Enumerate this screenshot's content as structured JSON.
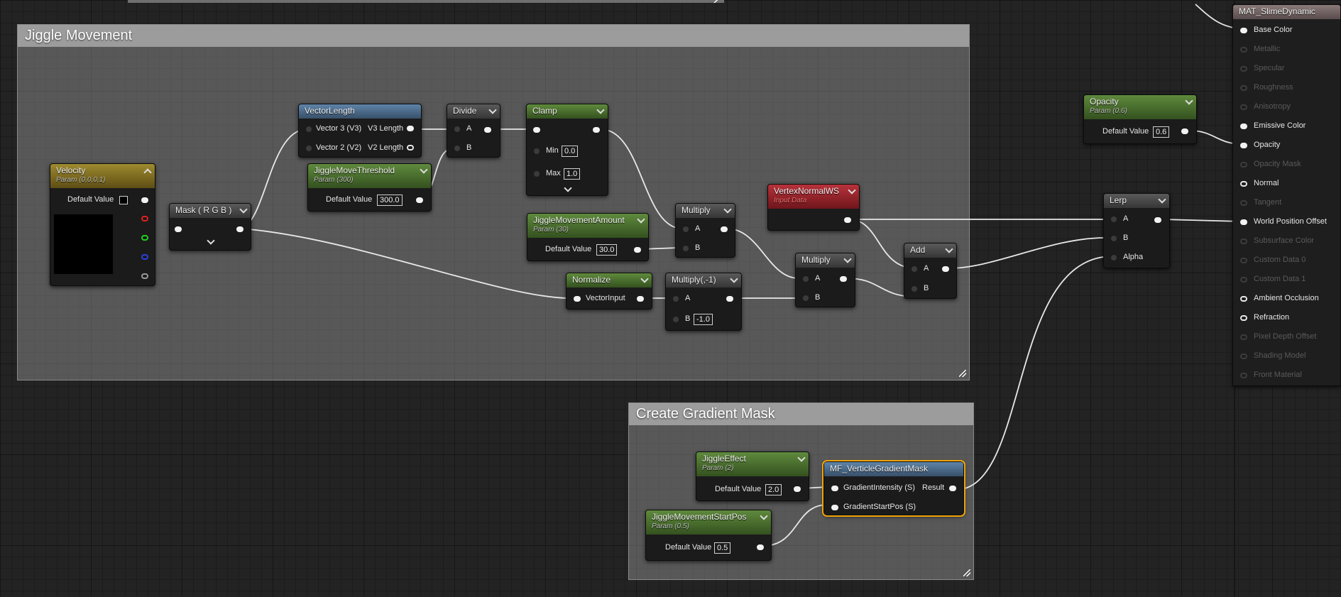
{
  "comments": {
    "jiggle": "Jiggle Movement",
    "gradient": "Create Gradient Mask"
  },
  "nodes": {
    "velocity": {
      "title": "Velocity",
      "subtitle": "Param (0,0,0,1)",
      "default_label": "Default Value"
    },
    "mask": {
      "title": "Mask ( R G B )"
    },
    "vector_length": {
      "title": "VectorLength",
      "in1": "Vector 3 (V3)",
      "in2": "Vector 2 (V2)",
      "out1": "V3 Length",
      "out2": "V2 Length"
    },
    "jiggle_move_threshold": {
      "title": "JiggleMoveThreshold",
      "subtitle": "Param (300)",
      "default_label": "Default Value",
      "value": "300.0"
    },
    "divide": {
      "title": "Divide",
      "a": "A",
      "b": "B"
    },
    "clamp": {
      "title": "Clamp",
      "min_label": "Min",
      "min_value": "0.0",
      "max_label": "Max",
      "max_value": "1.0"
    },
    "jiggle_movement_amount": {
      "title": "JiggleMovementAmount",
      "subtitle": "Param (30)",
      "default_label": "Default Value",
      "value": "30.0"
    },
    "multiply1": {
      "title": "Multiply",
      "a": "A",
      "b": "B"
    },
    "vertex_normal": {
      "title": "VertexNormalWS",
      "subtitle": "Input Data"
    },
    "normalize": {
      "title": "Normalize",
      "input": "VectorInput"
    },
    "multiply_neg": {
      "title": "Multiply(,-1)",
      "a": "A",
      "b": "B",
      "b_value": "-1.0"
    },
    "multiply2": {
      "title": "Multiply",
      "a": "A",
      "b": "B"
    },
    "add": {
      "title": "Add",
      "a": "A",
      "b": "B"
    },
    "opacity": {
      "title": "Opacity",
      "subtitle": "Param (0.6)",
      "default_label": "Default Value",
      "value": "0.6"
    },
    "lerp": {
      "title": "Lerp",
      "a": "A",
      "b": "B",
      "alpha": "Alpha"
    },
    "jiggle_effect": {
      "title": "JiggleEffect",
      "subtitle": "Param (2)",
      "default_label": "Default Value",
      "value": "2.0"
    },
    "jiggle_start_pos": {
      "title": "JiggleMovementStartPos",
      "subtitle": "Param (0.5)",
      "default_label": "Default Value",
      "value": "0.5"
    },
    "gradient_mask": {
      "title": "MF_VerticleGradientMask",
      "in1": "GradientIntensity (S)",
      "in2": "GradientStartPos (S)",
      "out": "Result"
    }
  },
  "material": {
    "title": "MAT_SlimeDynamic",
    "inputs": [
      {
        "label": "Base Color",
        "active": true
      },
      {
        "label": "Metallic",
        "active": false
      },
      {
        "label": "Specular",
        "active": false
      },
      {
        "label": "Roughness",
        "active": false
      },
      {
        "label": "Anisotropy",
        "active": false
      },
      {
        "label": "Emissive Color",
        "active": true
      },
      {
        "label": "Opacity",
        "active": true
      },
      {
        "label": "Opacity Mask",
        "active": false
      },
      {
        "label": "Normal",
        "active": true
      },
      {
        "label": "Tangent",
        "active": false
      },
      {
        "label": "World Position Offset",
        "active": true
      },
      {
        "label": "Subsurface Color",
        "active": false
      },
      {
        "label": "Custom Data 0",
        "active": false
      },
      {
        "label": "Custom Data 1",
        "active": false
      },
      {
        "label": "Ambient Occlusion",
        "active": true
      },
      {
        "label": "Refraction",
        "active": true
      },
      {
        "label": "Pixel Depth Offset",
        "active": false
      },
      {
        "label": "Shading Model",
        "active": false
      },
      {
        "label": "Front Material",
        "active": false
      }
    ]
  },
  "colors": {
    "param_header": "#5f8a3d",
    "function_header": "#5f84a8",
    "vector_param_header": "#9e8a2f",
    "input_header": "#b8323a",
    "selection": "#f0a30a",
    "wire": "#e8e8e8"
  }
}
